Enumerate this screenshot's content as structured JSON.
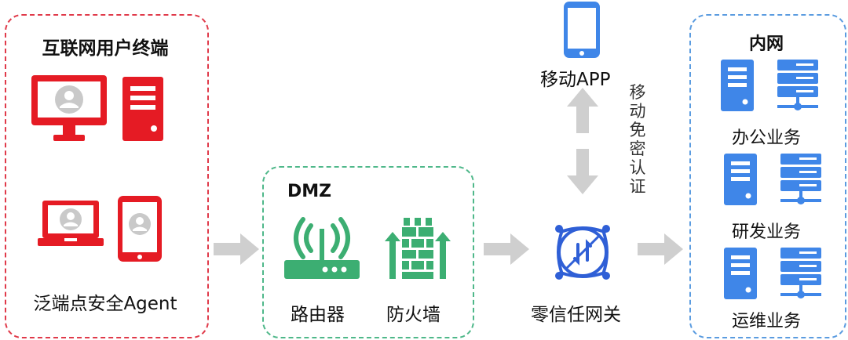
{
  "colors": {
    "red": "#e51b24",
    "green": "#3cae72",
    "blue": "#3f86e8",
    "arrow": "#cfcfcf",
    "zero_trust": "#2f5fd6"
  },
  "internet": {
    "title": "互联网用户终端",
    "agent_label": "泛端点安全Agent",
    "icons": [
      "desktop-icon",
      "tower-pc-icon",
      "laptop-icon",
      "tablet-icon"
    ]
  },
  "dmz": {
    "title": "DMZ",
    "router_label": "路由器",
    "firewall_label": "防火墙",
    "icons": [
      "router-icon",
      "firewall-icon"
    ]
  },
  "gateway": {
    "label": "零信任网关",
    "icon": "zero-trust-gateway-icon"
  },
  "mobile": {
    "label": "移动APP",
    "auth_chars": [
      "移",
      "动",
      "免",
      "密",
      "认",
      "证"
    ],
    "icon": "smartphone-icon"
  },
  "intranet": {
    "title": "内网",
    "services": [
      {
        "label": "办公业务"
      },
      {
        "label": "研发业务"
      },
      {
        "label": "运维业务"
      }
    ],
    "icons": [
      "server-tower-icon",
      "server-rack-icon"
    ]
  }
}
